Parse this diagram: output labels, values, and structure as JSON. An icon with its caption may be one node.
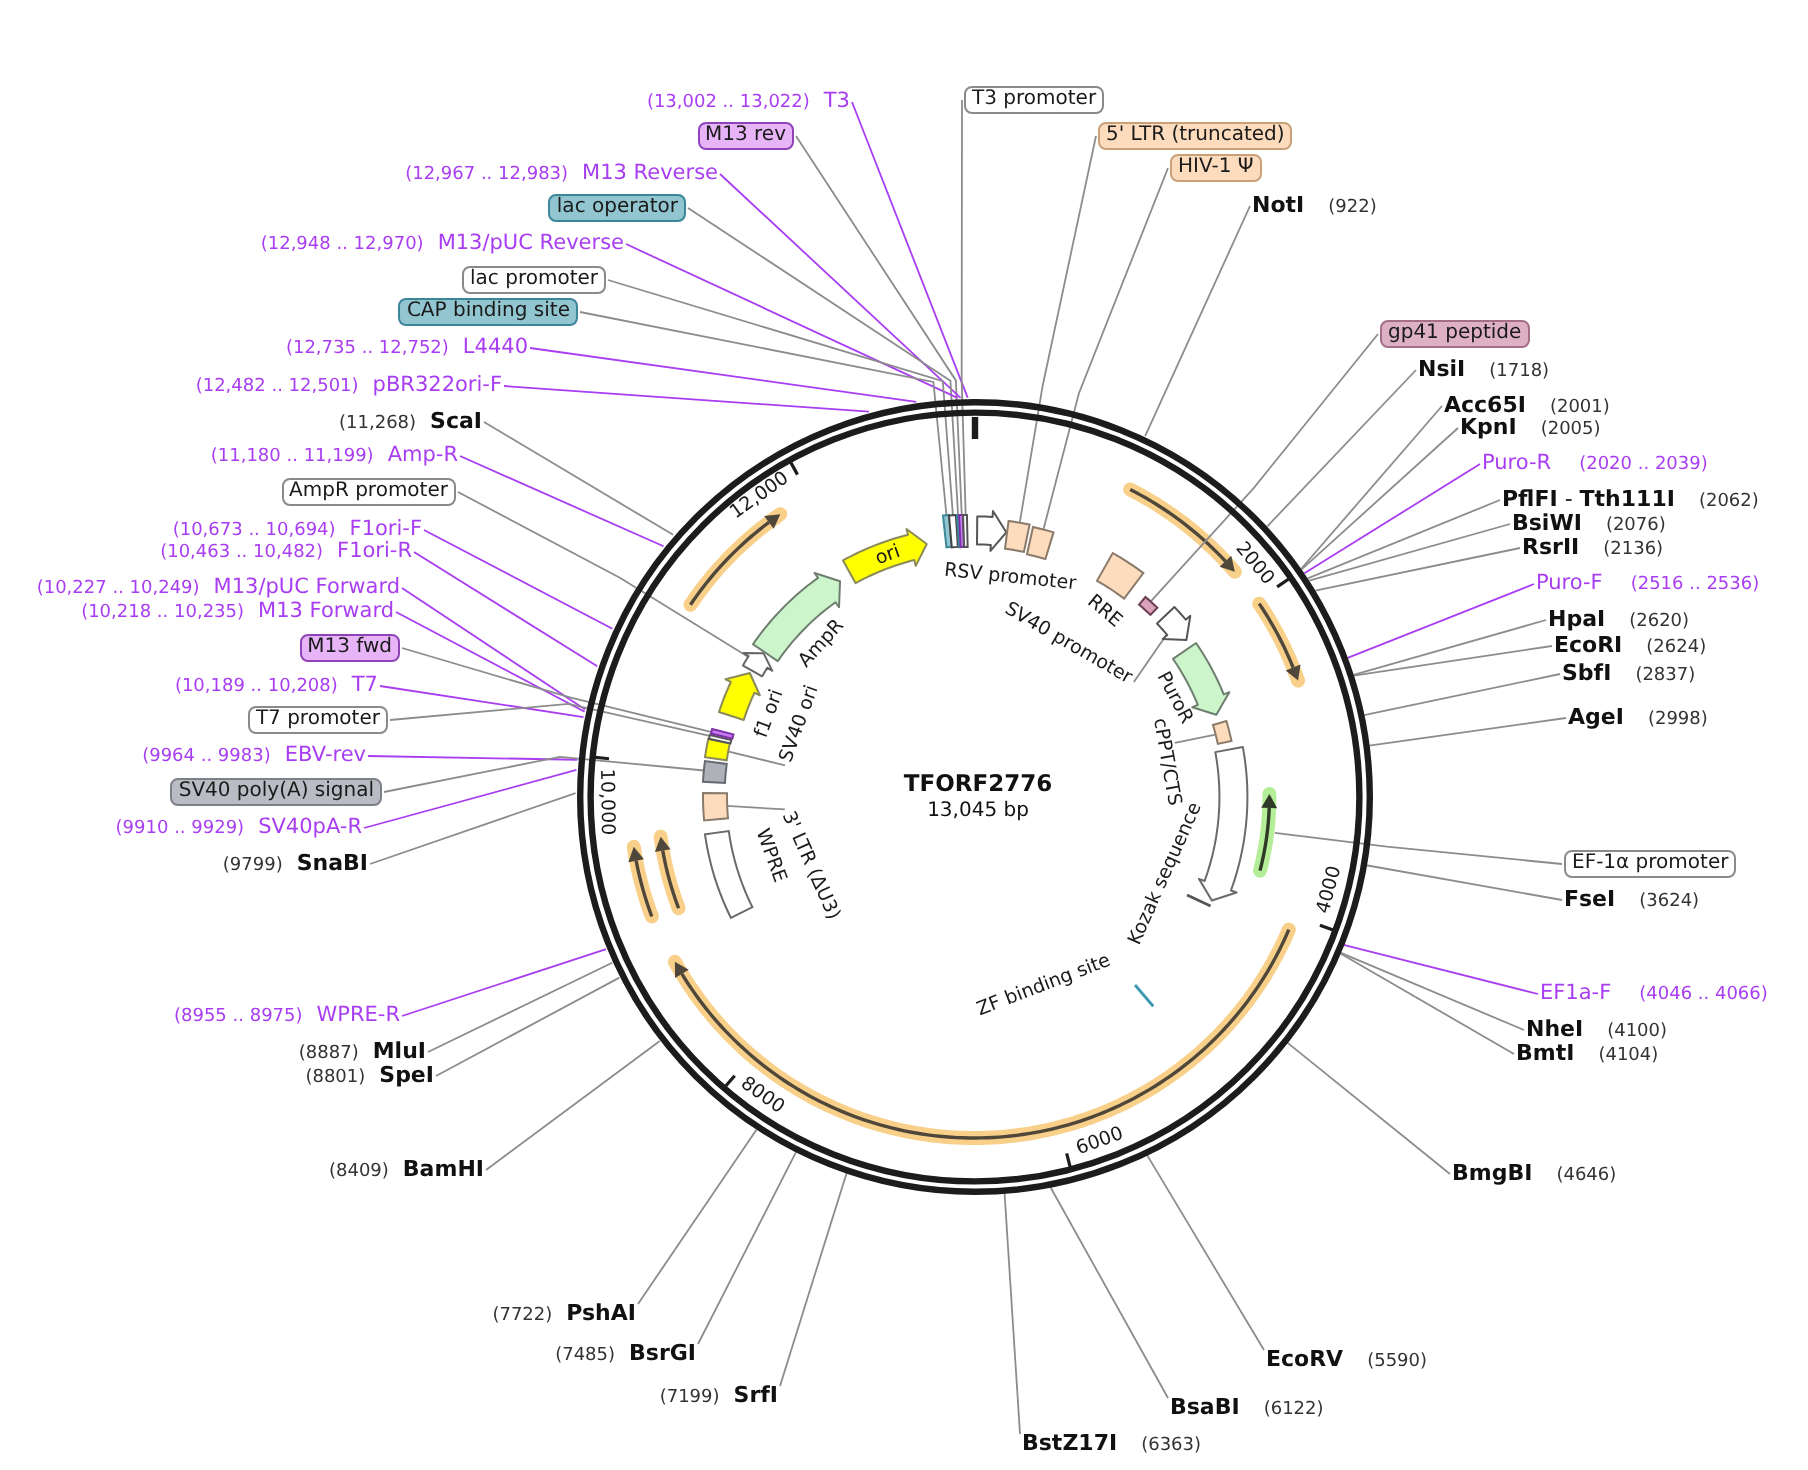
{
  "diagram": {
    "nodes": [
      {
        "text": [
          "TFORF2776",
          "13,045 bp"
        ]
      },
      {
        "text": [
          "(13,002 .. 13,022)",
          "T3"
        ]
      },
      {
        "text": [
          "M13 rev"
        ]
      },
      {
        "text": [
          "(12,967 .. 12,983)",
          "M13 Reverse"
        ]
      },
      {
        "text": [
          "lac operator"
        ]
      },
      {
        "text": [
          "(12,948 .. 12,970)",
          "M13/pUC Reverse"
        ]
      },
      {
        "text": [
          "lac promoter"
        ]
      },
      {
        "text": [
          "CAP binding site"
        ]
      },
      {
        "text": [
          "(12,735 .. 12,752)",
          "L4440"
        ]
      },
      {
        "text": [
          "(12,482 .. 12,501)",
          "pBR322ori-F"
        ]
      },
      {
        "text": [
          "(11,268)",
          "ScaI"
        ]
      },
      {
        "text": [
          "(11,180 .. 11,199)",
          "Amp-R"
        ]
      },
      {
        "text": [
          "AmpR promoter"
        ]
      },
      {
        "text": [
          "(10,673 .. 10,694)",
          "F1ori-F"
        ]
      },
      {
        "text": [
          "(10,463 .. 10,482)",
          "F1ori-R"
        ]
      },
      {
        "text": [
          "(10,227 .. 10,249)",
          "M13/pUC Forward"
        ]
      },
      {
        "text": [
          "(10,218 .. 10,235)",
          "M13 Forward"
        ]
      },
      {
        "text": [
          "M13 fwd"
        ]
      },
      {
        "text": [
          "(10,189 .. 10,208)",
          "T7"
        ]
      },
      {
        "text": [
          "T7 promoter"
        ]
      },
      {
        "text": [
          "(9964 .. 9983)",
          "EBV-rev"
        ]
      },
      {
        "text": [
          "SV40 poly(A) signal"
        ]
      },
      {
        "text": [
          "(9910 .. 9929)",
          "SV40pA-R"
        ]
      },
      {
        "text": [
          "(9799)",
          "SnaBI"
        ]
      },
      {
        "text": [
          "(8955 .. 8975)",
          "WPRE-R"
        ]
      },
      {
        "text": [
          "(8887)",
          "MluI"
        ]
      },
      {
        "text": [
          "(8801)",
          "SpeI"
        ]
      },
      {
        "text": [
          "(8409)",
          "BamHI"
        ]
      },
      {
        "text": [
          "(7722)",
          "PshAI"
        ]
      },
      {
        "text": [
          "(7485)",
          "BsrGI"
        ]
      },
      {
        "text": [
          "(7199)",
          "SrfI"
        ]
      },
      {
        "text": [
          "T3 promoter"
        ]
      },
      {
        "text": [
          "5' LTR (truncated)"
        ]
      },
      {
        "text": [
          "HIV-1 Ψ"
        ]
      },
      {
        "text": [
          "NotI",
          "(922)"
        ]
      },
      {
        "text": [
          "gp41 peptide"
        ]
      },
      {
        "text": [
          "NsiI",
          "(1718)"
        ]
      },
      {
        "text": [
          "Acc65I",
          "(2001)"
        ]
      },
      {
        "text": [
          "KpnI",
          "(2005)"
        ]
      },
      {
        "text": [
          "Puro-R",
          "(2020 .. 2039)"
        ]
      },
      {
        "text": [
          "**PflFI** - **Tth111I**",
          "(2062)"
        ]
      },
      {
        "text": [
          "BsiWI",
          "(2076)"
        ]
      },
      {
        "text": [
          "RsrII",
          "(2136)"
        ]
      },
      {
        "text": [
          "Puro-F",
          "(2516 .. 2536)"
        ]
      },
      {
        "text": [
          "HpaI",
          "(2620)"
        ]
      },
      {
        "text": [
          "EcoRI",
          "(2624)"
        ]
      },
      {
        "text": [
          "SbfI",
          "(2837)"
        ]
      },
      {
        "text": [
          "AgeI",
          "(2998)"
        ]
      },
      {
        "text": [
          "EF-1α promoter"
        ]
      },
      {
        "text": [
          "FseI",
          "(3624)"
        ]
      },
      {
        "text": [
          "EF1a-F",
          "(4046 .. 4066)"
        ]
      },
      {
        "text": [
          "NheI",
          "(4100)"
        ]
      },
      {
        "text": [
          "BmtI",
          "(4104)"
        ]
      },
      {
        "text": [
          "BmgBI",
          "(4646)"
        ]
      },
      {
        "text": [
          "EcoRV",
          "(5590)"
        ]
      },
      {
        "text": [
          "BsaBI",
          "(6122)"
        ]
      },
      {
        "text": [
          "BstZ17I",
          "(6363)"
        ]
      },
      {
        "text": [],
        "shape": "bar",
        "in": 0
      },
      {
        "text": [],
        "shape": "bar",
        "in": 0
      },
      {
        "text": [],
        "shape": "bar",
        "in": 0
      },
      {
        "text": [],
        "shape": "bar",
        "in": 0
      },
      {
        "text": [],
        "shape": "bar",
        "in": 0
      },
      {
        "text": [],
        "shape": "arrow",
        "beside": [
          "RSV promoter"
        ],
        "in": 0
      },
      {
        "text": [],
        "shape": "box",
        "in": 0
      },
      {
        "text": [],
        "shape": "box",
        "in": 0
      },
      {
        "text": [],
        "shape": "box",
        "beside": [
          "RRE"
        ],
        "in": 0
      },
      {
        "text": [],
        "shape": "bar",
        "in": 0
      },
      {
        "text": [],
        "shape": "arrow",
        "in": 0
      },
      {
        "text": [],
        "shape": "arrow",
        "beside": [
          "PuroR"
        ],
        "in": 0
      },
      {
        "text": [],
        "shape": "box",
        "in": 0
      },
      {
        "text": [],
        "shape": "arrow",
        "in": 0
      },
      {
        "text": [],
        "shape": "line",
        "beside": [
          "Kozak sequence"
        ],
        "in": 0
      },
      {
        "text": [],
        "shape": "arrow",
        "in": 0
      },
      {
        "text": [],
        "shape": "line",
        "beside": [
          "ZF binding site"
        ],
        "in": 0
      },
      {
        "text": [],
        "shape": "box",
        "beside": [
          "WPRE"
        ],
        "in": 0
      },
      {
        "text": [],
        "shape": "box",
        "in": 0
      },
      {
        "text": [],
        "shape": "box",
        "in": 0
      },
      {
        "text": [],
        "shape": "box",
        "in": 0
      },
      {
        "text": [],
        "shape": "bar",
        "in": 0
      },
      {
        "text": [],
        "shape": "bar",
        "in": 0
      },
      {
        "text": [],
        "shape": "arrow",
        "beside": [
          "f1 ori"
        ],
        "in": 0
      },
      {
        "text": [],
        "shape": "arrow",
        "in": 0
      },
      {
        "text": [],
        "shape": "arrow",
        "beside": [
          "AmpR"
        ],
        "in": 0
      },
      {
        "text": [
          "ori"
        ],
        "in": 0
      },
      {
        "text": [
          "SV40 promoter"
        ],
        "in": 0
      },
      {
        "text": [
          "cPPT/CTS"
        ],
        "in": 0
      },
      {
        "text": [
          "3' LTR (ΔU3)"
        ],
        "in": 0
      },
      {
        "text": [
          "SV40 ori"
        ],
        "in": 0
      }
    ],
    "edges": [
      {
        "from": 1,
        "to": 0,
        "arrow": "none",
        "color": "#a83df2"
      },
      {
        "from": 2,
        "to": 60,
        "arrow": "none"
      },
      {
        "from": 3,
        "to": 0,
        "arrow": "none",
        "color": "#a83df2"
      },
      {
        "from": 4,
        "to": 59,
        "arrow": "none"
      },
      {
        "from": 5,
        "to": 0,
        "arrow": "none",
        "color": "#a83df2"
      },
      {
        "from": 6,
        "to": 58,
        "arrow": "none"
      },
      {
        "from": 7,
        "to": 57,
        "arrow": "none"
      },
      {
        "from": 8,
        "to": 0,
        "arrow": "none",
        "color": "#a83df2"
      },
      {
        "from": 9,
        "to": 0,
        "arrow": "none",
        "color": "#a83df2"
      },
      {
        "from": 10,
        "to": 0,
        "arrow": "none"
      },
      {
        "from": 11,
        "to": 0,
        "arrow": "none",
        "color": "#a83df2"
      },
      {
        "from": 12,
        "to": 81,
        "arrow": "none"
      },
      {
        "from": 13,
        "to": 0,
        "arrow": "none",
        "color": "#a83df2"
      },
      {
        "from": 14,
        "to": 0,
        "arrow": "none",
        "color": "#a83df2"
      },
      {
        "from": 15,
        "to": 0,
        "arrow": "none",
        "color": "#a83df2"
      },
      {
        "from": 16,
        "to": 0,
        "arrow": "none",
        "color": "#a83df2"
      },
      {
        "from": 17,
        "to": 79,
        "arrow": "none"
      },
      {
        "from": 18,
        "to": 0,
        "arrow": "none",
        "color": "#a83df2"
      },
      {
        "from": 19,
        "to": 78,
        "arrow": "none"
      },
      {
        "from": 20,
        "to": 0,
        "arrow": "none",
        "color": "#a83df2"
      },
      {
        "from": 21,
        "to": 76,
        "arrow": "none"
      },
      {
        "from": 22,
        "to": 0,
        "arrow": "none",
        "color": "#a83df2"
      },
      {
        "from": 23,
        "to": 0,
        "arrow": "none"
      },
      {
        "from": 24,
        "to": 0,
        "arrow": "none",
        "color": "#a83df2"
      },
      {
        "from": 25,
        "to": 0,
        "arrow": "none"
      },
      {
        "from": 26,
        "to": 0,
        "arrow": "none"
      },
      {
        "from": 27,
        "to": 0,
        "arrow": "none"
      },
      {
        "from": 28,
        "to": 0,
        "arrow": "none"
      },
      {
        "from": 29,
        "to": 0,
        "arrow": "none"
      },
      {
        "from": 30,
        "to": 0,
        "arrow": "none"
      },
      {
        "from": 31,
        "to": 61,
        "arrow": "none"
      },
      {
        "from": 32,
        "to": 63,
        "arrow": "none"
      },
      {
        "from": 33,
        "to": 64,
        "arrow": "none"
      },
      {
        "from": 34,
        "to": 0,
        "arrow": "none"
      },
      {
        "from": 35,
        "to": 66,
        "arrow": "none"
      },
      {
        "from": 36,
        "to": 0,
        "arrow": "none"
      },
      {
        "from": 37,
        "to": 0,
        "arrow": "none"
      },
      {
        "from": 38,
        "to": 0,
        "arrow": "none"
      },
      {
        "from": 39,
        "to": 0,
        "arrow": "none",
        "color": "#a83df2"
      },
      {
        "from": 40,
        "to": 0,
        "arrow": "none"
      },
      {
        "from": 41,
        "to": 0,
        "arrow": "none"
      },
      {
        "from": 42,
        "to": 0,
        "arrow": "none"
      },
      {
        "from": 43,
        "to": 0,
        "arrow": "none",
        "color": "#a83df2"
      },
      {
        "from": 44,
        "to": 0,
        "arrow": "none"
      },
      {
        "from": 45,
        "to": 0,
        "arrow": "none"
      },
      {
        "from": 46,
        "to": 0,
        "arrow": "none"
      },
      {
        "from": 47,
        "to": 0,
        "arrow": "none"
      },
      {
        "from": 48,
        "to": 72,
        "arrow": "none"
      },
      {
        "from": 49,
        "to": 0,
        "arrow": "none"
      },
      {
        "from": 50,
        "to": 0,
        "arrow": "none",
        "color": "#a83df2"
      },
      {
        "from": 51,
        "to": 0,
        "arrow": "none"
      },
      {
        "from": 52,
        "to": 0,
        "arrow": "none"
      },
      {
        "from": 53,
        "to": 0,
        "arrow": "none"
      },
      {
        "from": 54,
        "to": 0,
        "arrow": "none"
      },
      {
        "from": 55,
        "to": 0,
        "arrow": "none"
      },
      {
        "from": 56,
        "to": 0,
        "arrow": "none"
      },
      {
        "from": 84,
        "to": 67,
        "arrow": "none"
      },
      {
        "from": 85,
        "to": 69,
        "arrow": "none"
      },
      {
        "from": 86,
        "to": 75,
        "arrow": "none"
      },
      {
        "from": 87,
        "to": 77,
        "arrow": "none"
      }
    ],
    "labels": [
      "12,000",
      "2000",
      "10,000",
      "4000",
      "8000",
      "6000"
    ]
  }
}
